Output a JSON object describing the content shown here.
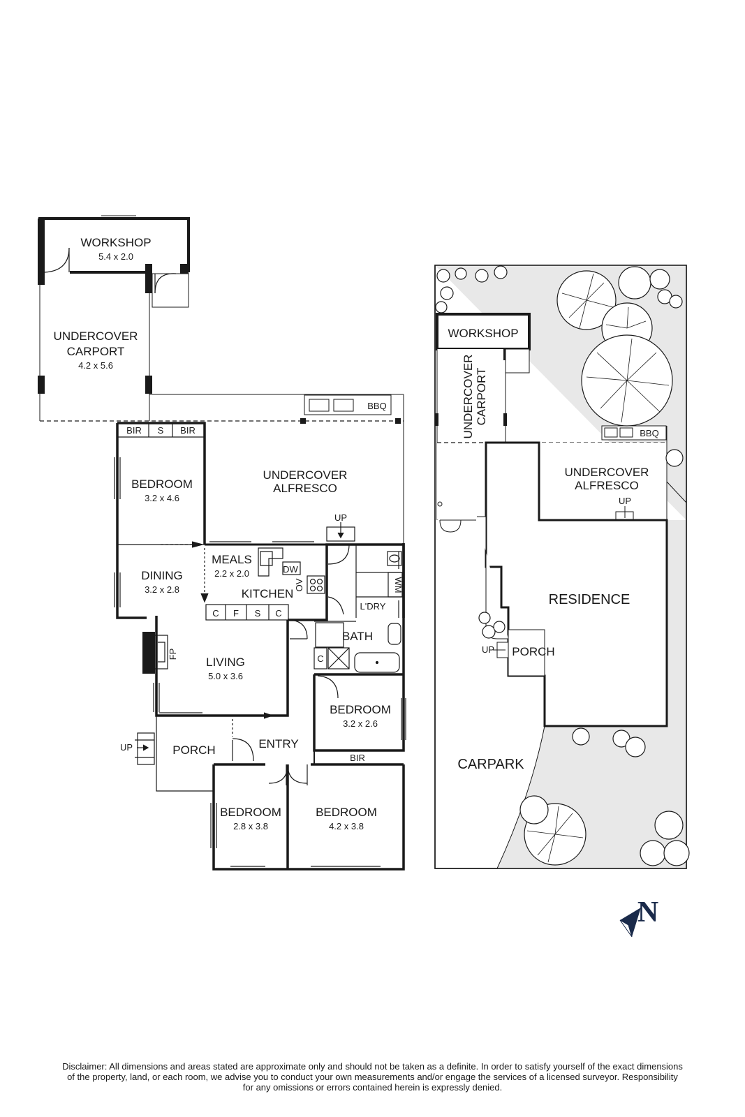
{
  "floorplan": {
    "rooms": {
      "workshop": {
        "name": "WORKSHOP",
        "dims": "5.4 x 2.0"
      },
      "carport": {
        "name1": "UNDERCOVER",
        "name2": "CARPORT",
        "dims": "4.2 x 5.6"
      },
      "bedroom1": {
        "name": "BEDROOM",
        "dims": "3.2 x 4.6"
      },
      "alfresco": {
        "name1": "UNDERCOVER",
        "name2": "ALFRESCO"
      },
      "dining": {
        "name": "DINING",
        "dims": "3.2 x 2.8"
      },
      "meals": {
        "name": "MEALS",
        "dims": "2.2 x 2.0"
      },
      "kitchen": {
        "name": "KITCHEN"
      },
      "living": {
        "name": "LIVING",
        "dims": "5.0 x 3.6"
      },
      "bath": {
        "name": "BATH"
      },
      "laundry": {
        "name": "L'DRY"
      },
      "bedroom2": {
        "name": "BEDROOM",
        "dims": "3.2 x 2.6"
      },
      "porch": {
        "name": "PORCH"
      },
      "entry": {
        "name": "ENTRY"
      },
      "bedroom3": {
        "name": "BEDROOM",
        "dims": "2.8 x 3.8"
      },
      "bedroom4": {
        "name": "BEDROOM",
        "dims": "4.2 x 3.8"
      }
    },
    "fixtures": {
      "bir": "BIR",
      "s": "S",
      "bbq": "BBQ",
      "up": "UP",
      "dw": "DW",
      "ov": "OV",
      "wm": "WM",
      "fp": "FP",
      "c": "C",
      "f": "F"
    }
  },
  "siteplan": {
    "workshop": "WORKSHOP",
    "carport1": "UNDERCOVER",
    "carport2": "CARPORT",
    "alfresco1": "UNDERCOVER",
    "alfresco2": "ALFRESCO",
    "up": "UP",
    "bbq": "BBQ",
    "residence": "RESIDENCE",
    "porch": "PORCH",
    "carpark": "CARPARK"
  },
  "compass": {
    "letter": "N"
  },
  "disclaimer": {
    "line1": "Disclaimer: All dimensions and areas stated are approximate only and should not be taken as a definite. In order to satisfy yourself of the exact dimensions",
    "line2": "of the property, land, or each room, we advise you to conduct your own measurements and/or engage the services of a licensed surveyor. Responsibility",
    "line3": "for any omissions or errors contained herein is expressly denied."
  },
  "colors": {
    "wall": "#1a1a1a",
    "site_fill": "#e8e8e8",
    "text": "#1a1a1a"
  }
}
